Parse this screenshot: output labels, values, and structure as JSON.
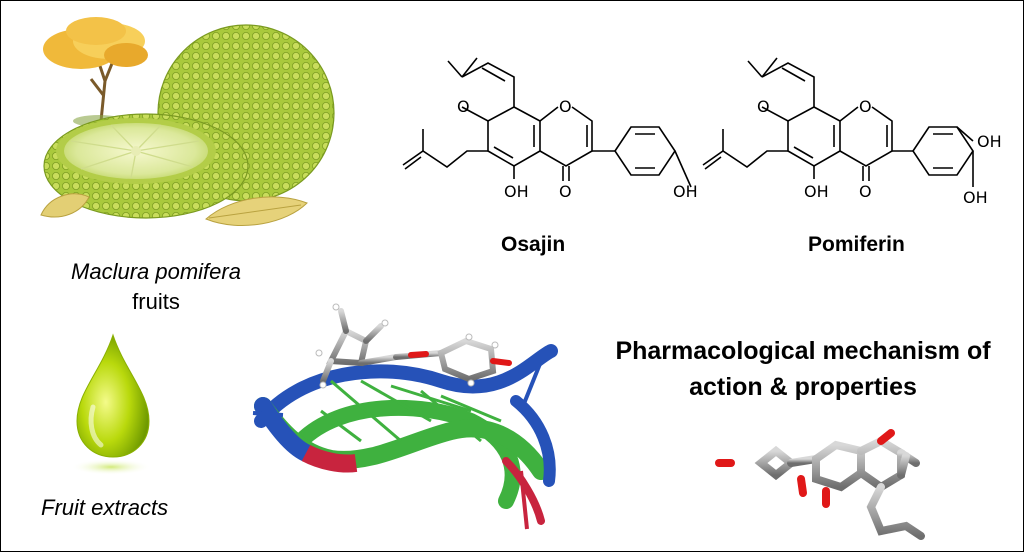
{
  "fruit": {
    "species_name": "Maclura pomifera",
    "part_name": "fruits"
  },
  "extract": {
    "label": "Fruit extracts"
  },
  "compounds": {
    "osajin": {
      "name": "Osajin",
      "atoms": {
        "ring_o": "O",
        "pyran_o": "O",
        "oh": "OH",
        "carbonyl_o": "O",
        "para_oh": "OH"
      }
    },
    "pomiferin": {
      "name": "Pomiferin",
      "atoms": {
        "ring_o": "O",
        "pyran_o": "O",
        "oh": "OH",
        "carbonyl_o": "O",
        "oh_3": "OH",
        "oh_4": "OH"
      }
    }
  },
  "mechanism": {
    "title": "Pharmacological mechanism of action & properties"
  },
  "colors": {
    "fruit_green": "#a6c93a",
    "extract_drop": "#b8d60a",
    "protein_green": "#3fb13f",
    "protein_blue": "#2652b8",
    "protein_red": "#c8243e",
    "ligand_gray": "#9a9a9a",
    "oxygen_red": "#e01818"
  }
}
